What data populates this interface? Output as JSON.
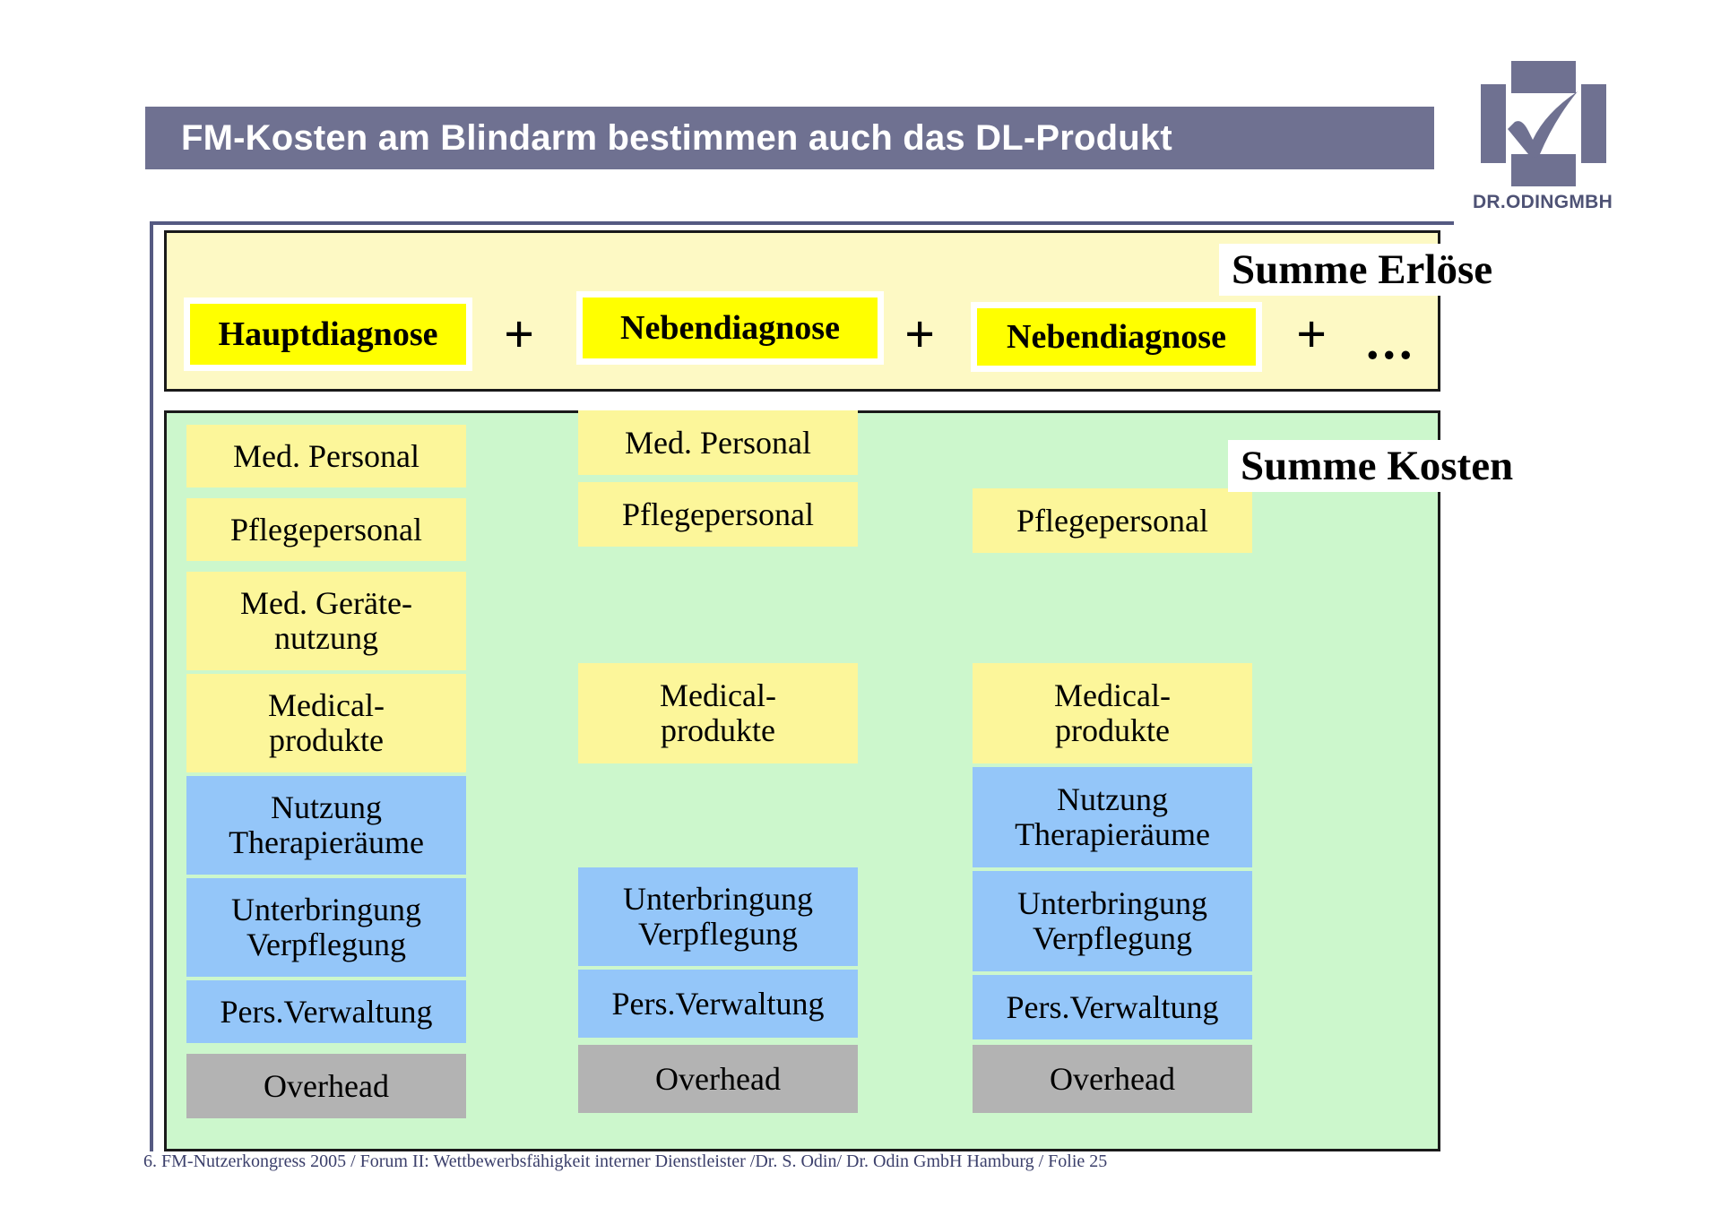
{
  "header": {
    "title": "FM-Kosten am Blindarm bestimmen auch das DL-Produkt",
    "bar_color": "#6f7191"
  },
  "logo": {
    "name": "DR.ODINGMBH",
    "mark": "check-in-square",
    "color": "#6f7191"
  },
  "revenue_panel": {
    "background": "#fdf9c4",
    "sum_label": "Summe Erlöse",
    "chips": [
      {
        "label": "Hauptdiagnose"
      },
      {
        "label": "Nebendiagnose"
      },
      {
        "label": "Nebendiagnose"
      }
    ],
    "operators": [
      "+",
      "+",
      "+"
    ],
    "ellipsis": "...",
    "chip_color": "#ffff00"
  },
  "cost_panel": {
    "background": "#ccf7cc",
    "sum_label": "Summe Kosten",
    "legend_colors": {
      "direct": "#fcf69a",
      "infrastructure": "#94c6f9",
      "overhead": "#b3b3b3"
    },
    "columns": [
      {
        "name": "hauptdiagnose-column",
        "items": [
          {
            "label": "Med. Personal",
            "type": "yellow"
          },
          {
            "label": "Pflegepersonal",
            "type": "yellow"
          },
          {
            "label": "Med. Geräte-\nnutzung",
            "type": "yellow"
          },
          {
            "label": "Medical-\nprodukte",
            "type": "yellow"
          },
          {
            "label": "Nutzung\nTherapieräume",
            "type": "blue"
          },
          {
            "label": "Unterbringung\nVerpflegung",
            "type": "blue"
          },
          {
            "label": "Pers.Verwaltung",
            "type": "blue"
          },
          {
            "label": "Overhead",
            "type": "gray"
          }
        ]
      },
      {
        "name": "nebendiagnose-1-column",
        "items": [
          {
            "label": "Med. Personal",
            "type": "yellow"
          },
          {
            "label": "Pflegepersonal",
            "type": "yellow"
          },
          {
            "label": "Medical-\nprodukte",
            "type": "yellow"
          },
          {
            "label": "Unterbringung\nVerpflegung",
            "type": "blue"
          },
          {
            "label": "Pers.Verwaltung",
            "type": "blue"
          },
          {
            "label": "Overhead",
            "type": "gray"
          }
        ]
      },
      {
        "name": "nebendiagnose-2-column",
        "items": [
          {
            "label": "Pflegepersonal",
            "type": "yellow"
          },
          {
            "label": "Medical-\nprodukte",
            "type": "yellow"
          },
          {
            "label": "Nutzung\nTherapieräume",
            "type": "blue"
          },
          {
            "label": "Unterbringung\nVerpflegung",
            "type": "blue"
          },
          {
            "label": "Pers.Verwaltung",
            "type": "blue"
          },
          {
            "label": "Overhead",
            "type": "gray"
          }
        ]
      }
    ]
  },
  "footer": {
    "text": "6. FM-Nutzerkongress 2005 / Forum II: Wettbewerbsfähigkeit interner Dienstleister /Dr. S. Odin/ Dr. Odin GmbH Hamburg / Folie 25"
  }
}
